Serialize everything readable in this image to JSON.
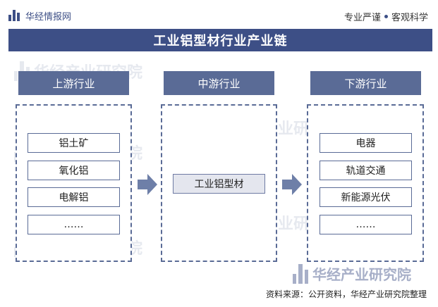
{
  "header": {
    "brand_name": "华经情报网",
    "tagline_left": "专业严谨",
    "tagline_right": "客观科学"
  },
  "title": "工业铝型材行业产业链",
  "watermark_text": "华经产业研究院",
  "columns": {
    "upstream": {
      "label": "上游行业",
      "items": [
        "铝土矿",
        "氧化铝",
        "电解铝",
        "……"
      ]
    },
    "midstream": {
      "label": "中游行业",
      "items": [
        "工业铝型材"
      ]
    },
    "downstream": {
      "label": "下游行业",
      "items": [
        "电器",
        "轨道交通",
        "新能源光伏",
        "……"
      ]
    }
  },
  "source": "资料来源：公开资料，华经产业研究院整理",
  "colors": {
    "primary": "#3d4f86",
    "header_fill": "#5a6b96",
    "arrow": "#6e7fa8",
    "mid_item_fill": "#e4e6ee"
  }
}
